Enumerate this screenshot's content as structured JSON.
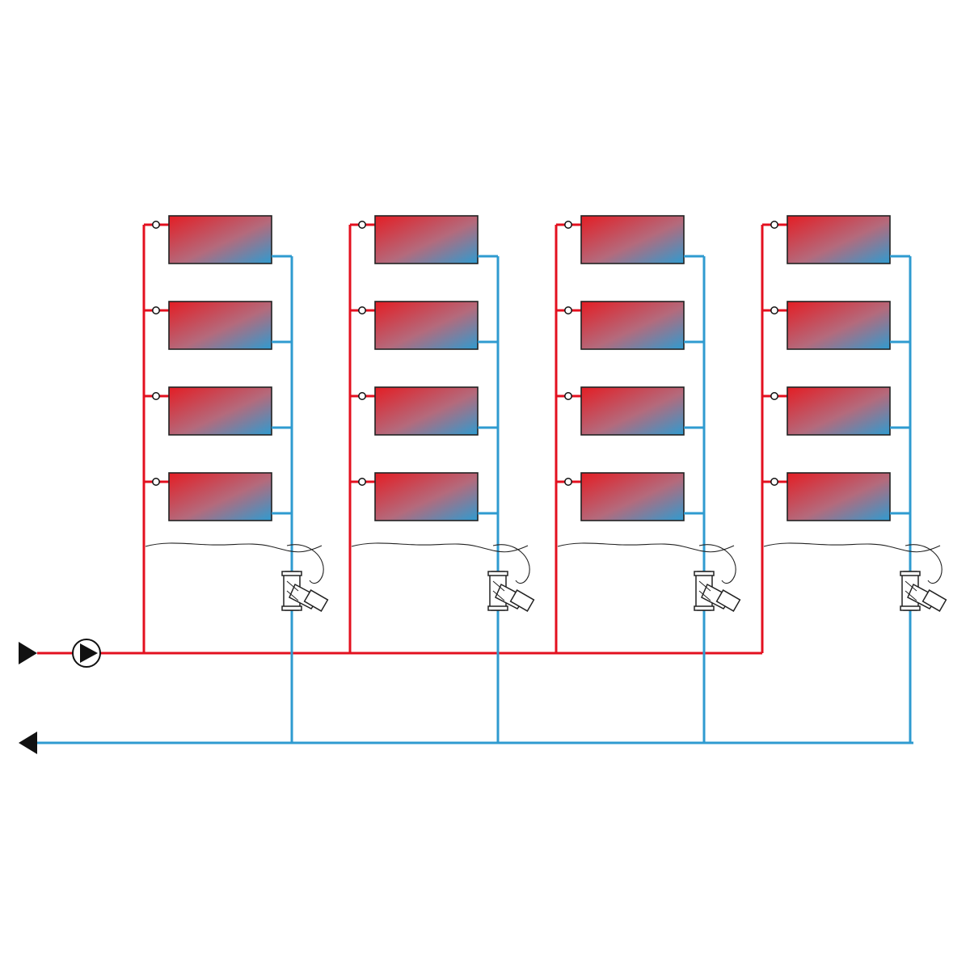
{
  "colors": {
    "supply": "#e3101f",
    "return": "#2f9bd0",
    "outline": "#222222",
    "radiator_hot": "#e41d24",
    "radiator_cold": "#2f9bd0"
  },
  "icons": {
    "flow_in": "arrow-right-icon",
    "flow_out": "arrow-left-icon",
    "pump": "pump-icon",
    "radiator_valve": "radiator-valve-icon",
    "balancing_valve": "balancing-valve-icon"
  },
  "system": {
    "circuit_count": 4,
    "radiators_per_circuit": 4,
    "valve_per_circuit": 1
  }
}
